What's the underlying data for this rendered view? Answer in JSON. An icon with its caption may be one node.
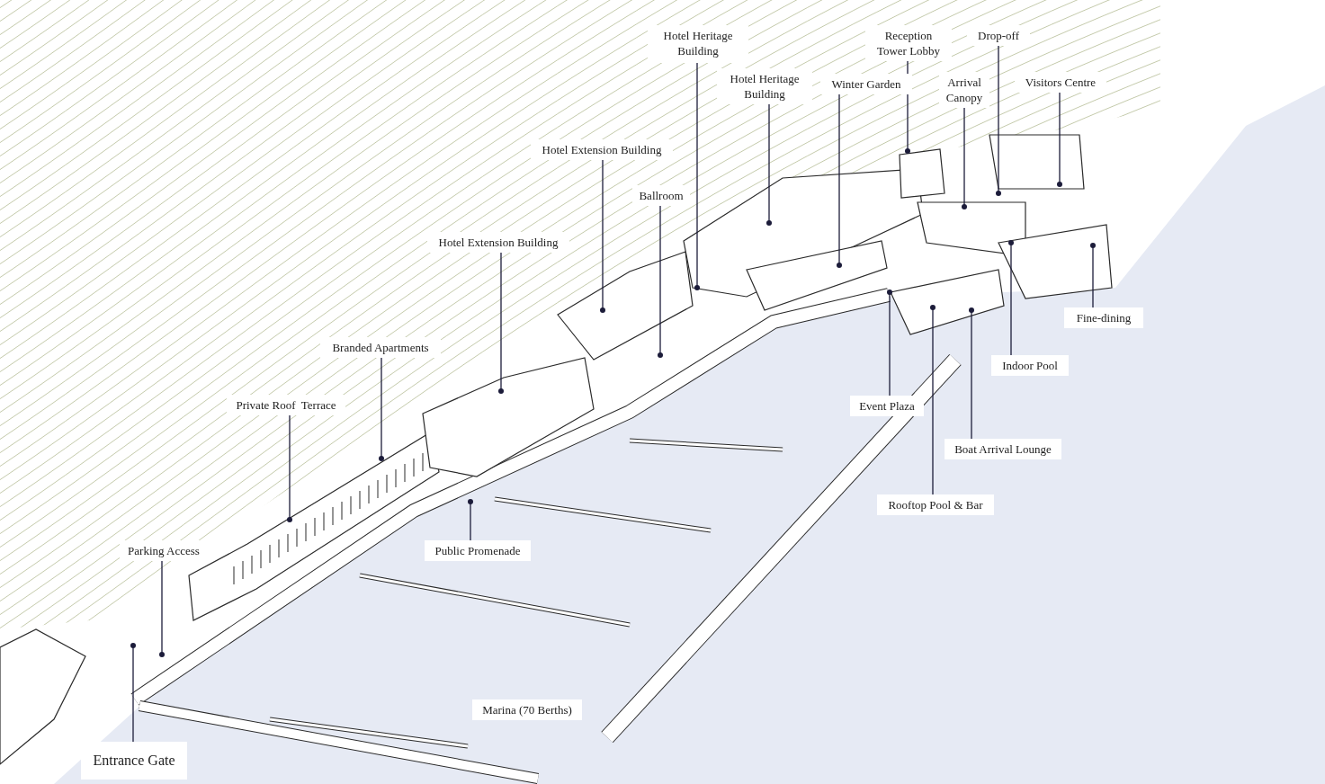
{
  "diagram": {
    "nodes": [
      {
        "text": [
          "Hotel Heritage Building"
        ]
      },
      {
        "text": [
          "Reception Tower Lobby"
        ]
      },
      {
        "text": [
          "Drop-off"
        ]
      },
      {
        "text": [
          "Hotel Heritage Building"
        ]
      },
      {
        "text": [
          "Winter Garden"
        ]
      },
      {
        "text": [
          "Arrival Canopy"
        ]
      },
      {
        "text": [
          "Visitors Centre"
        ]
      },
      {
        "text": [
          "Hotel Extension Building"
        ]
      },
      {
        "text": [
          "Ballroom"
        ]
      },
      {
        "text": [
          "Hotel Extension Building"
        ]
      },
      {
        "text": [
          "Branded Apartments"
        ]
      },
      {
        "text": [
          "Fine-dining"
        ]
      },
      {
        "text": [
          "Private Roof  Terrace"
        ]
      },
      {
        "text": [
          "Indoor Pool"
        ]
      },
      {
        "text": [
          "Event Plaza"
        ]
      },
      {
        "text": [
          "Boat Arrival Lounge"
        ]
      },
      {
        "text": [
          "Rooftop Pool & Bar"
        ]
      },
      {
        "text": [
          "Parking Access"
        ]
      },
      {
        "text": [
          "Public Promenade"
        ]
      },
      {
        "text": [
          "Entrance Gate"
        ]
      },
      {
        "text": [
          "Marina (70 Berths)"
        ]
      }
    ],
    "edges": [
      {
        "from": 0,
        "to": null,
        "arrow": "other"
      },
      {
        "from": 1,
        "to": null,
        "arrow": "other"
      },
      {
        "from": 2,
        "to": null,
        "arrow": "other"
      },
      {
        "from": 3,
        "to": null,
        "arrow": "other"
      },
      {
        "from": 4,
        "to": null,
        "arrow": "other"
      },
      {
        "from": 5,
        "to": null,
        "arrow": "other"
      },
      {
        "from": 6,
        "to": null,
        "arrow": "other"
      },
      {
        "from": 7,
        "to": null,
        "arrow": "other"
      },
      {
        "from": 8,
        "to": null,
        "arrow": "other"
      },
      {
        "from": 9,
        "to": null,
        "arrow": "other"
      },
      {
        "from": 10,
        "to": null,
        "arrow": "other"
      },
      {
        "from": 11,
        "to": null,
        "arrow": "other"
      },
      {
        "from": 12,
        "to": null,
        "arrow": "other"
      },
      {
        "from": 13,
        "to": null,
        "arrow": "other"
      },
      {
        "from": 14,
        "to": null,
        "arrow": "other"
      },
      {
        "from": 15,
        "to": null,
        "arrow": "other"
      },
      {
        "from": 16,
        "to": null,
        "arrow": "other"
      },
      {
        "from": 17,
        "to": null,
        "arrow": "other"
      },
      {
        "from": 18,
        "to": null,
        "arrow": "other"
      },
      {
        "from": 19,
        "to": null,
        "arrow": "other"
      }
    ]
  }
}
